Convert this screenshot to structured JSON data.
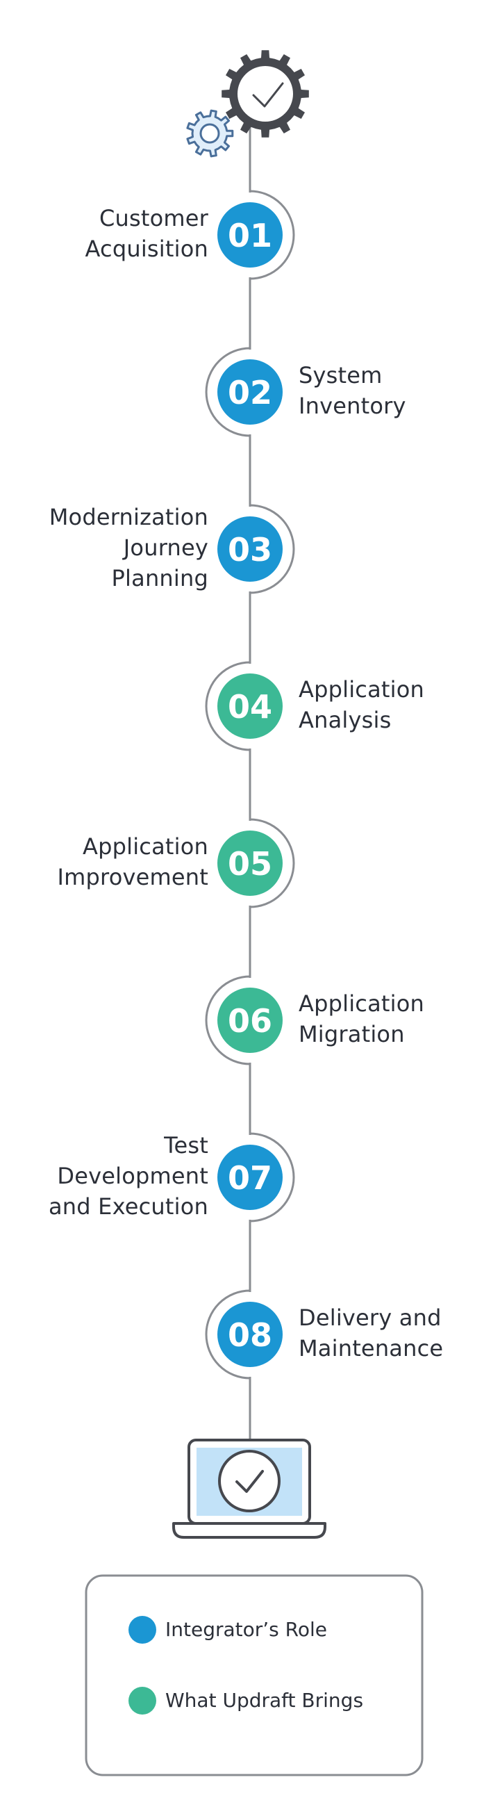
{
  "colors": {
    "integrator": "#1b96d3",
    "updraft": "#3cb995",
    "line": "#8a8d92",
    "gear_dark": "#46484e",
    "gear_light_fill": "#e0eefa",
    "gear_light_stroke": "#4a6f9a",
    "screen": "#c2e2f8",
    "text": "#2b2f38"
  },
  "steps": [
    {
      "number": "01",
      "lines": [
        "Customer",
        "Acquisition"
      ],
      "side": "left",
      "role": "integrator"
    },
    {
      "number": "02",
      "lines": [
        "System",
        "Inventory"
      ],
      "side": "right",
      "role": "integrator"
    },
    {
      "number": "03",
      "lines": [
        "Modernization",
        "Journey",
        "Planning"
      ],
      "side": "left",
      "role": "integrator"
    },
    {
      "number": "04",
      "lines": [
        "Application",
        "Analysis"
      ],
      "side": "right",
      "role": "updraft"
    },
    {
      "number": "05",
      "lines": [
        "Application",
        "Improvement"
      ],
      "side": "left",
      "role": "updraft"
    },
    {
      "number": "06",
      "lines": [
        "Application",
        "Migration"
      ],
      "side": "right",
      "role": "updraft"
    },
    {
      "number": "07",
      "lines": [
        "Test",
        "Development",
        "and Execution"
      ],
      "side": "left",
      "role": "integrator"
    },
    {
      "number": "08",
      "lines": [
        "Delivery and",
        "Maintenance"
      ],
      "side": "right",
      "role": "integrator"
    }
  ],
  "legend": {
    "integrator_label": "Integrator’s Role",
    "updraft_label": "What Updraft Brings"
  },
  "icons": {
    "top": "gears-check-icon",
    "bottom": "laptop-check-icon"
  }
}
